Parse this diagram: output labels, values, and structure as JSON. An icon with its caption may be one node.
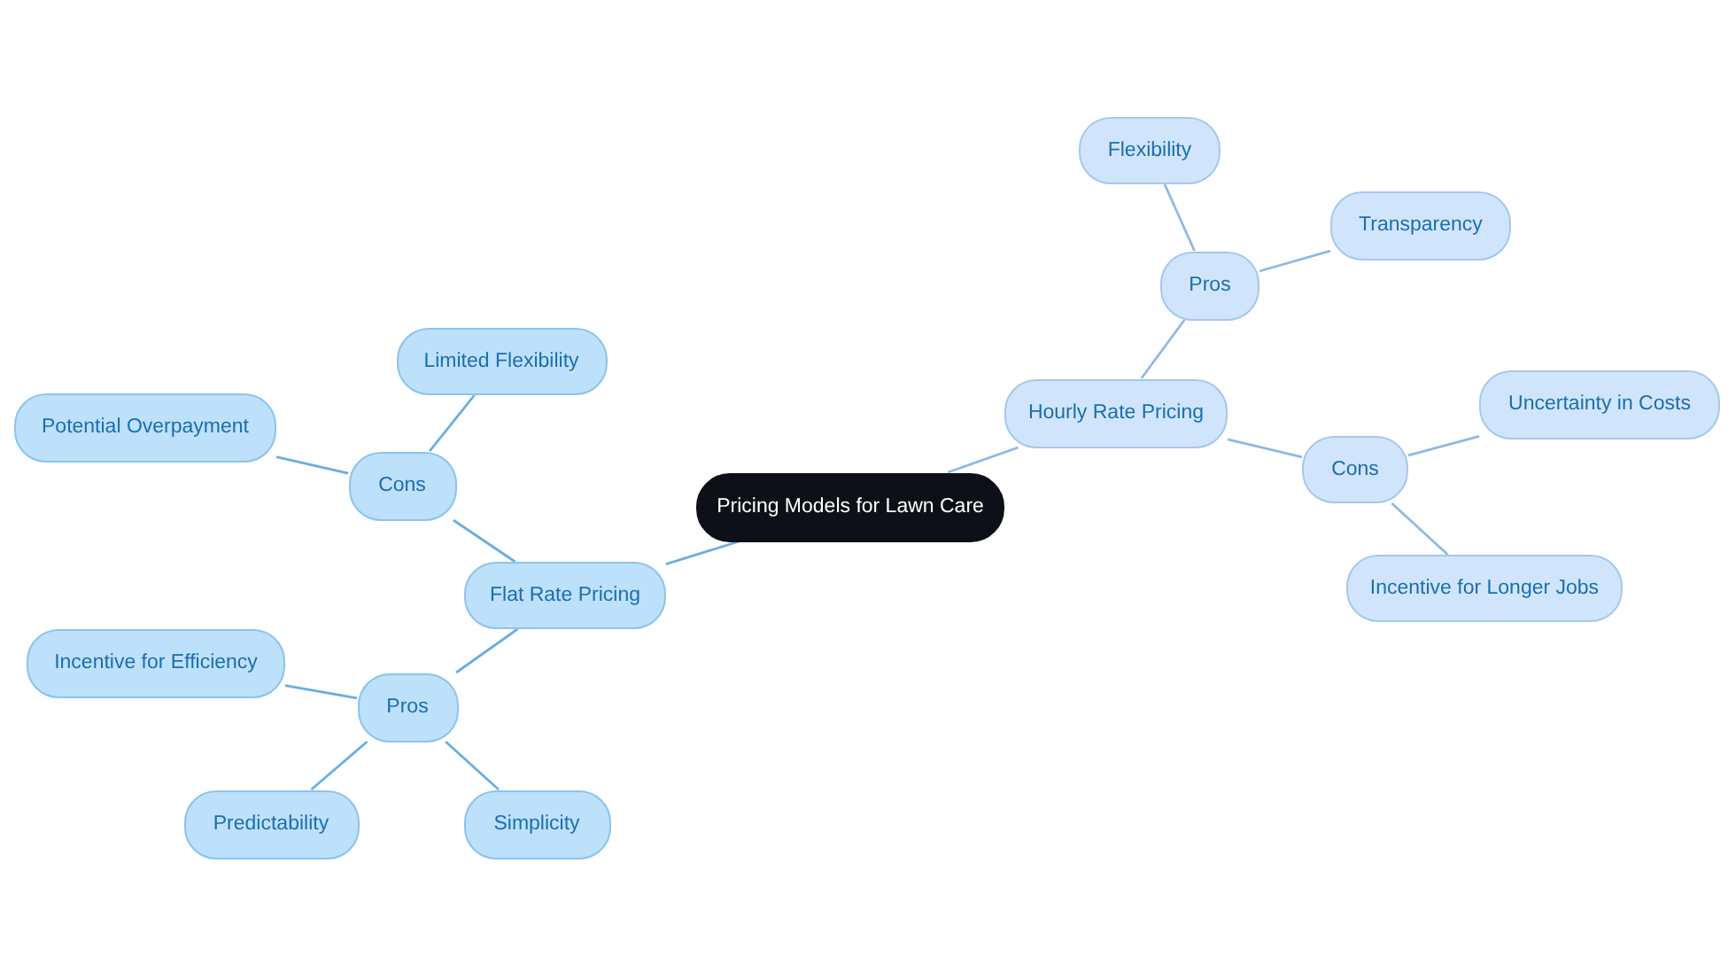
{
  "diagram": {
    "nodes": [
      {
        "text": [
          "Pricing Models for Lawn Care"
        ]
      },
      {
        "text": [
          "Hourly Rate Pricing"
        ]
      },
      {
        "text": [
          "Pros"
        ]
      },
      {
        "text": [
          "Flexibility"
        ]
      },
      {
        "text": [
          "Transparency"
        ]
      },
      {
        "text": [
          "Cons"
        ]
      },
      {
        "text": [
          "Uncertainty in Costs"
        ]
      },
      {
        "text": [
          "Incentive for Longer Jobs"
        ]
      },
      {
        "text": [
          "Flat Rate Pricing"
        ]
      },
      {
        "text": [
          "Cons"
        ]
      },
      {
        "text": [
          "Limited Flexibility"
        ]
      },
      {
        "text": [
          "Potential Overpayment"
        ]
      },
      {
        "text": [
          "Pros"
        ]
      },
      {
        "text": [
          "Incentive for Efficiency"
        ]
      },
      {
        "text": [
          "Predictability"
        ]
      },
      {
        "text": [
          "Simplicity"
        ]
      }
    ],
    "edges": [
      {
        "from": 0,
        "to": 1,
        "arrow": "none",
        "color": "#8fb9e6"
      },
      {
        "from": 1,
        "to": 2,
        "arrow": "none",
        "color": "#8fb9e6"
      },
      {
        "from": 2,
        "to": 3,
        "arrow": "none",
        "color": "#8fb9e6"
      },
      {
        "from": 2,
        "to": 4,
        "arrow": "none",
        "color": "#8fb9e6"
      },
      {
        "from": 1,
        "to": 5,
        "arrow": "none",
        "color": "#8fb9e6"
      },
      {
        "from": 5,
        "to": 6,
        "arrow": "none",
        "color": "#8fb9e6"
      },
      {
        "from": 5,
        "to": 7,
        "arrow": "none",
        "color": "#8fb9e6"
      },
      {
        "from": 0,
        "to": 8,
        "arrow": "none"
      },
      {
        "from": 8,
        "to": 9,
        "arrow": "none"
      },
      {
        "from": 9,
        "to": 10,
        "arrow": "none"
      },
      {
        "from": 9,
        "to": 11,
        "arrow": "none"
      },
      {
        "from": 8,
        "to": 12,
        "arrow": "none"
      },
      {
        "from": 12,
        "to": 13,
        "arrow": "none"
      },
      {
        "from": 12,
        "to": 14,
        "arrow": "none"
      },
      {
        "from": 12,
        "to": 15,
        "arrow": "none"
      }
    ]
  }
}
